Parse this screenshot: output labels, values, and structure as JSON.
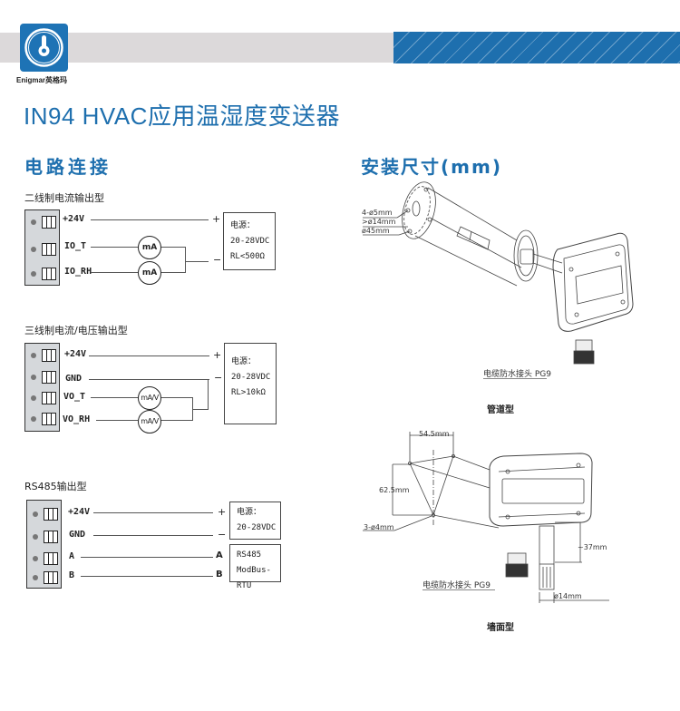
{
  "header": {
    "brand": "Enigmar英格玛",
    "logo_icon": "power-knob-icon",
    "colors": {
      "accent": "#1e6fae",
      "banner_gray": "#dcd9da"
    }
  },
  "title": "IN94  HVAC应用温湿度变送器",
  "wiring": {
    "section_title": "电路连接",
    "diagrams": [
      {
        "subtitle": "二线制电流输出型",
        "terminals": [
          "+24V",
          "IO_T",
          "IO_RH"
        ],
        "meters": [
          "mA",
          "mA"
        ],
        "signs": [
          "+",
          "−"
        ],
        "box_lines": [
          "电源：",
          "20-28VDC",
          "RL<500Ω"
        ]
      },
      {
        "subtitle": "三线制电流/电压输出型",
        "terminals": [
          "+24V",
          "GND",
          "VO_T",
          "VO_RH"
        ],
        "meters": [
          "mA/V",
          "mA/V"
        ],
        "signs": [
          "+",
          "−"
        ],
        "box_lines": [
          "电源：",
          "20-28VDC",
          "RL>10kΩ"
        ]
      },
      {
        "subtitle": "RS485输出型",
        "terminals": [
          "+24V",
          "GND",
          "A",
          "B"
        ],
        "signs": [
          "+",
          "−",
          "A",
          "B"
        ],
        "power_box_lines": [
          "电源：",
          "20-28VDC"
        ],
        "comm_box_lines": [
          "RS485",
          "ModBus-RTU"
        ]
      }
    ]
  },
  "install": {
    "section_title": "安装尺寸(mm)",
    "duct": {
      "dims": [
        "4-ø5mm",
        ">ø14mm",
        "ø45mm"
      ],
      "gland_label": "电缆防水接头  PG9",
      "caption": "管道型"
    },
    "wall": {
      "dims": [
        "54.5mm",
        "62.5mm",
        "3-ø4mm",
        "~37mm",
        "ø14mm"
      ],
      "gland_label": "电缆防水接头  PG9",
      "caption": "墙面型"
    }
  }
}
